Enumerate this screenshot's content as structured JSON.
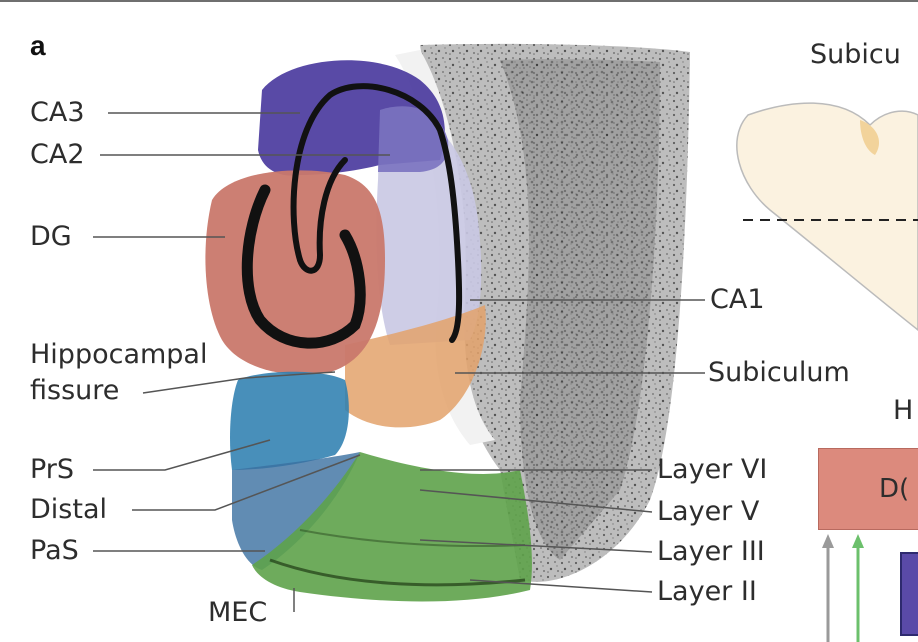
{
  "panel_letter": "a",
  "labels": {
    "ca3": "CA3",
    "ca2": "CA2",
    "dg": "DG",
    "hippocampal_fissure_line1": "Hippocampal",
    "hippocampal_fissure_line2": "fissure",
    "prs": "PrS",
    "distal": "Distal",
    "pas": "PaS",
    "mec": "MEC",
    "ca1": "CA1",
    "subiculum": "Subiculum",
    "layer_vi": "Layer VI",
    "layer_v": "Layer V",
    "layer_iii": "Layer III",
    "layer_ii": "Layer II"
  },
  "right_panel": {
    "title_partial": "Subicu",
    "h_partial": "H",
    "dg_box_partial": "D("
  },
  "colors": {
    "ca3_region": "#4b3b9e",
    "ca2_region": "#7b73c0",
    "dg_region": "#c9786c",
    "ca1_region": "#c9c8e3",
    "subiculum_region": "#e3a26b",
    "prs_region": "#2f7fb0",
    "pas_region": "#3a6fa0",
    "mec_region": "#5ea24a",
    "tissue_grey": "#9a9a9a",
    "leader_line": "#555555",
    "right_shape_fill": "#fbf2e0",
    "dg_box": "#dc8a7d",
    "arrow_grey": "#9a9a9a",
    "arrow_green": "#6cc06c"
  }
}
